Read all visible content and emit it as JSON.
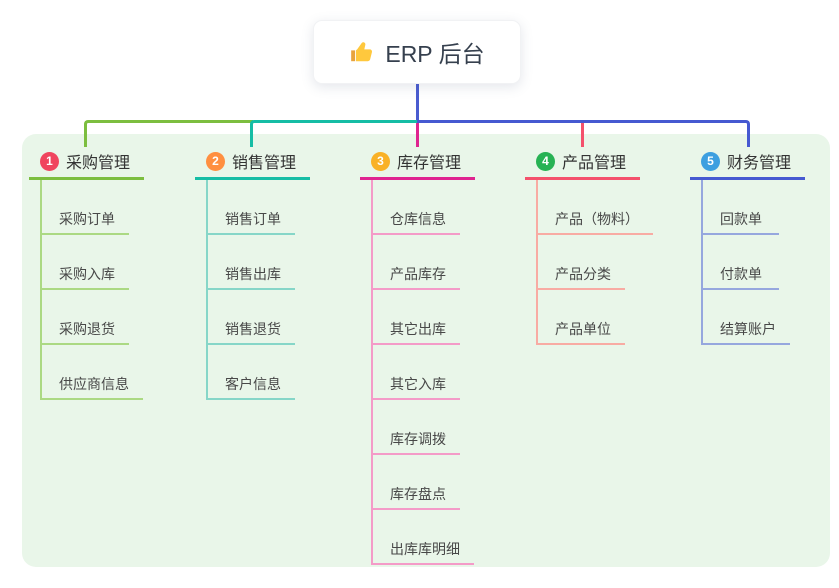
{
  "root": {
    "title": "ERP 后台",
    "icon": "thumbs-up-icon",
    "icon_color": "#FFC83D",
    "card_background": "#ffffff",
    "text_color": "#36404e"
  },
  "canvas": {
    "page_background": "#ffffff",
    "panel_background": "#E9F6E9"
  },
  "connectors": {
    "root_line_color": "#4A5CD0"
  },
  "branches": [
    {
      "num": "1",
      "label": "采购管理",
      "badge_color": "#F0455E",
      "line_color": "#7CBE3F",
      "child_line_color": "#ABD983",
      "children": [
        "采购订单",
        "采购入库",
        "采购退货",
        "供应商信息"
      ]
    },
    {
      "num": "2",
      "label": "销售管理",
      "badge_color": "#FF8F40",
      "line_color": "#16BDA5",
      "child_line_color": "#86D6C8",
      "children": [
        "销售订单",
        "销售出库",
        "销售退货",
        "客户信息"
      ]
    },
    {
      "num": "3",
      "label": "库存管理",
      "badge_color": "#F9B126",
      "line_color": "#DF2490",
      "child_line_color": "#F49BC8",
      "children": [
        "仓库信息",
        "产品库存",
        "其它出库",
        "其它入库",
        "库存调拨",
        "库存盘点",
        "出库库明细"
      ]
    },
    {
      "num": "4",
      "label": "产品管理",
      "badge_color": "#27B254",
      "line_color": "#F4516C",
      "child_line_color": "#F8ABA3",
      "children": [
        "产品（物料）",
        "产品分类",
        "产品单位"
      ]
    },
    {
      "num": "5",
      "label": "财务管理",
      "badge_color": "#3D9FE0",
      "line_color": "#4659D1",
      "child_line_color": "#96A7DE",
      "children": [
        "回款单",
        "付款单",
        "结算账户"
      ]
    }
  ]
}
